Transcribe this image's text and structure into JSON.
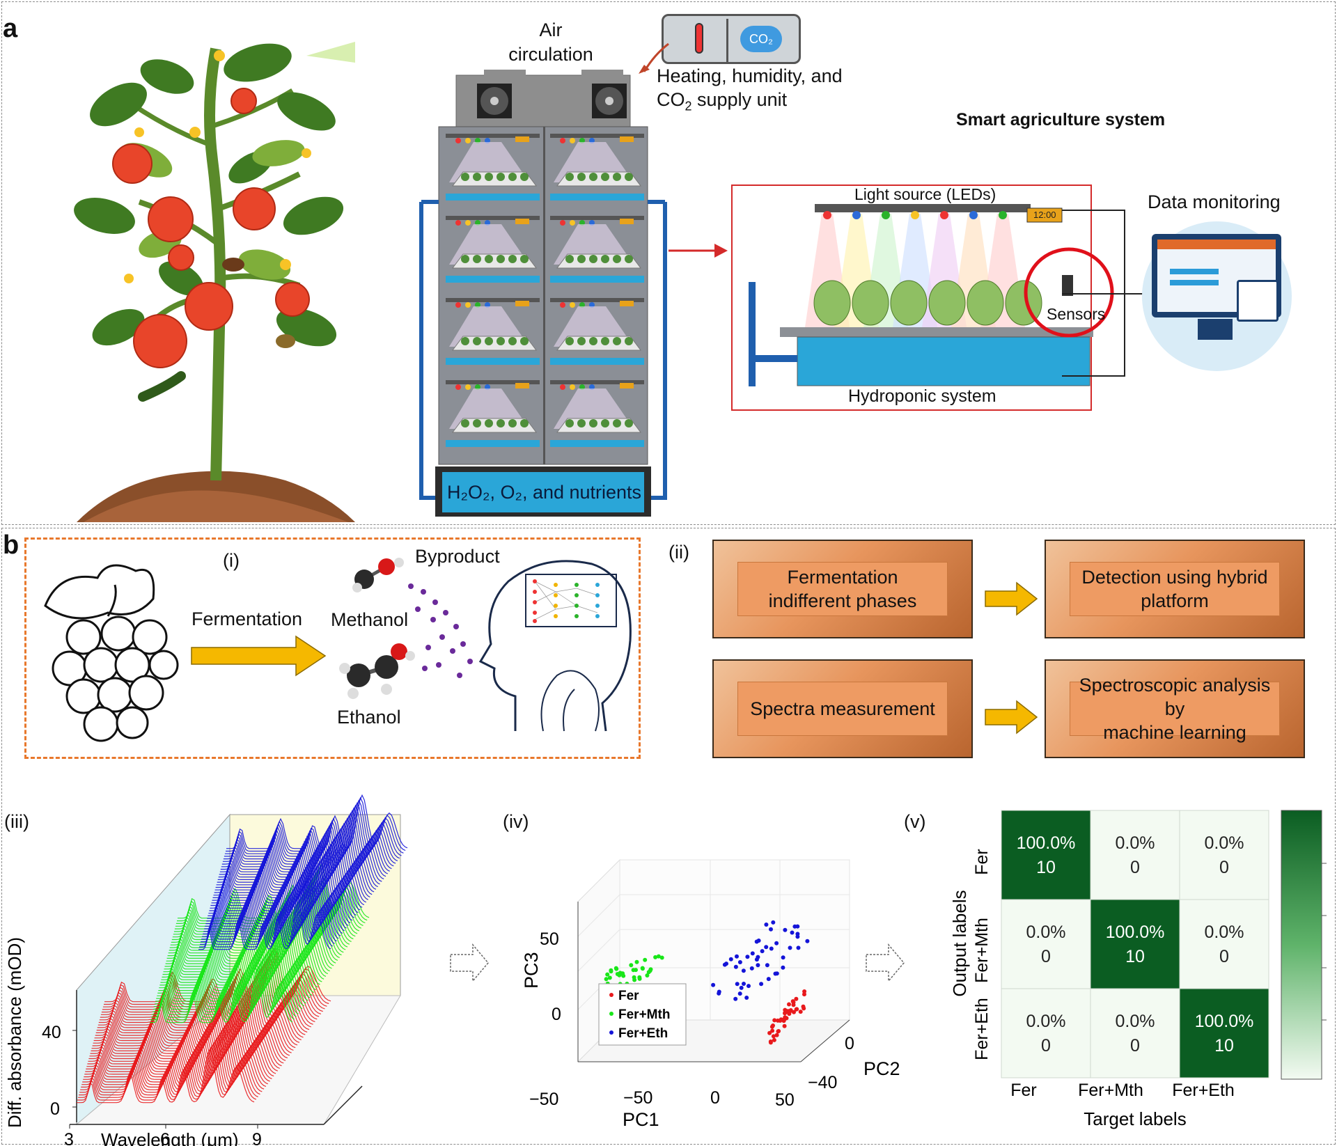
{
  "panel_a": {
    "letter": "a",
    "air_circulation": "Air\ncirculation",
    "supply_unit_line1": "Heating, humidity, and",
    "supply_unit_line2_pre": "CO",
    "supply_unit_line2_sub": "2",
    "supply_unit_line2_post": " supply unit",
    "co2_icon_text": "CO₂",
    "smart_title": "Smart agriculture system",
    "light_source": "Light source (LEDs)",
    "data_monitoring": "Data monitoring",
    "sensors": "Sensors",
    "hydroponic": "Hydroponic system",
    "nutrients_h2o2": "H",
    "nutrients_text": "H₂O₂, O₂, and nutrients",
    "clock": "12:00"
  },
  "panel_b": {
    "letter": "b",
    "i_label": "(i)",
    "ii_label": "(ii)",
    "iii_label": "(iii)",
    "iv_label": "(iv)",
    "v_label": "(v)",
    "fermentation": "Fermentation",
    "byproduct": "Byproduct",
    "methanol": "Methanol",
    "ethanol": "Ethanol",
    "flow_boxes": [
      "Fermentation\nindifferent phases",
      "Detection using hybrid\nplatform",
      "Spectra measurement",
      "Spectroscopic analysis by\nmachine learning"
    ]
  },
  "colors": {
    "red": "#e8191c",
    "green": "#19e619",
    "blue": "#1414d8",
    "dark_green": "#0b5d22",
    "orange_dash": "#e8782c",
    "arrow_yellow": "#f5b800"
  },
  "chart_data": [
    {
      "type": "line",
      "panel": "(iii)",
      "xlabel": "Wavelength (μm)",
      "ylabel": "Diff. absorbance (mOD)",
      "x_ticks": [
        "3",
        "6",
        "9"
      ],
      "y_ticks": [
        "0",
        "40"
      ],
      "series": [
        {
          "color": "#e8191c"
        },
        {
          "color": "#19e619"
        },
        {
          "color": "#1414d8"
        }
      ]
    },
    {
      "type": "scatter",
      "panel": "(iv)",
      "xlabel": "PC1",
      "ylabel": "PC3",
      "zlabel": "PC2",
      "x_ticks": [
        "−50",
        "0",
        "50"
      ],
      "y_ticks": [
        "50",
        "0",
        "−50"
      ],
      "z_ticks": [
        "0",
        "−40"
      ],
      "series": [
        {
          "name": "Fer",
          "color": "#e8191c"
        },
        {
          "name": "Fer+Mth",
          "color": "#19e619"
        },
        {
          "name": "Fer+Eth",
          "color": "#1414d8"
        }
      ]
    },
    {
      "type": "heatmap",
      "panel": "(v)",
      "xlabel": "Target labels",
      "ylabel": "Output labels",
      "x_categories": [
        "Fer",
        "Fer+Mth",
        "Fer+Eth"
      ],
      "y_categories": [
        "Fer",
        "Fer+Mth",
        "Fer+Eth"
      ],
      "cells": [
        [
          {
            "pct": "100.0%",
            "n": "10"
          },
          {
            "pct": "0.0%",
            "n": "0"
          },
          {
            "pct": "0.0%",
            "n": "0"
          }
        ],
        [
          {
            "pct": "0.0%",
            "n": "0"
          },
          {
            "pct": "100.0%",
            "n": "10"
          },
          {
            "pct": "0.0%",
            "n": "0"
          }
        ],
        [
          {
            "pct": "0.0%",
            "n": "0"
          },
          {
            "pct": "0.0%",
            "n": "0"
          },
          {
            "pct": "100.0%",
            "n": "10"
          }
        ]
      ]
    }
  ]
}
